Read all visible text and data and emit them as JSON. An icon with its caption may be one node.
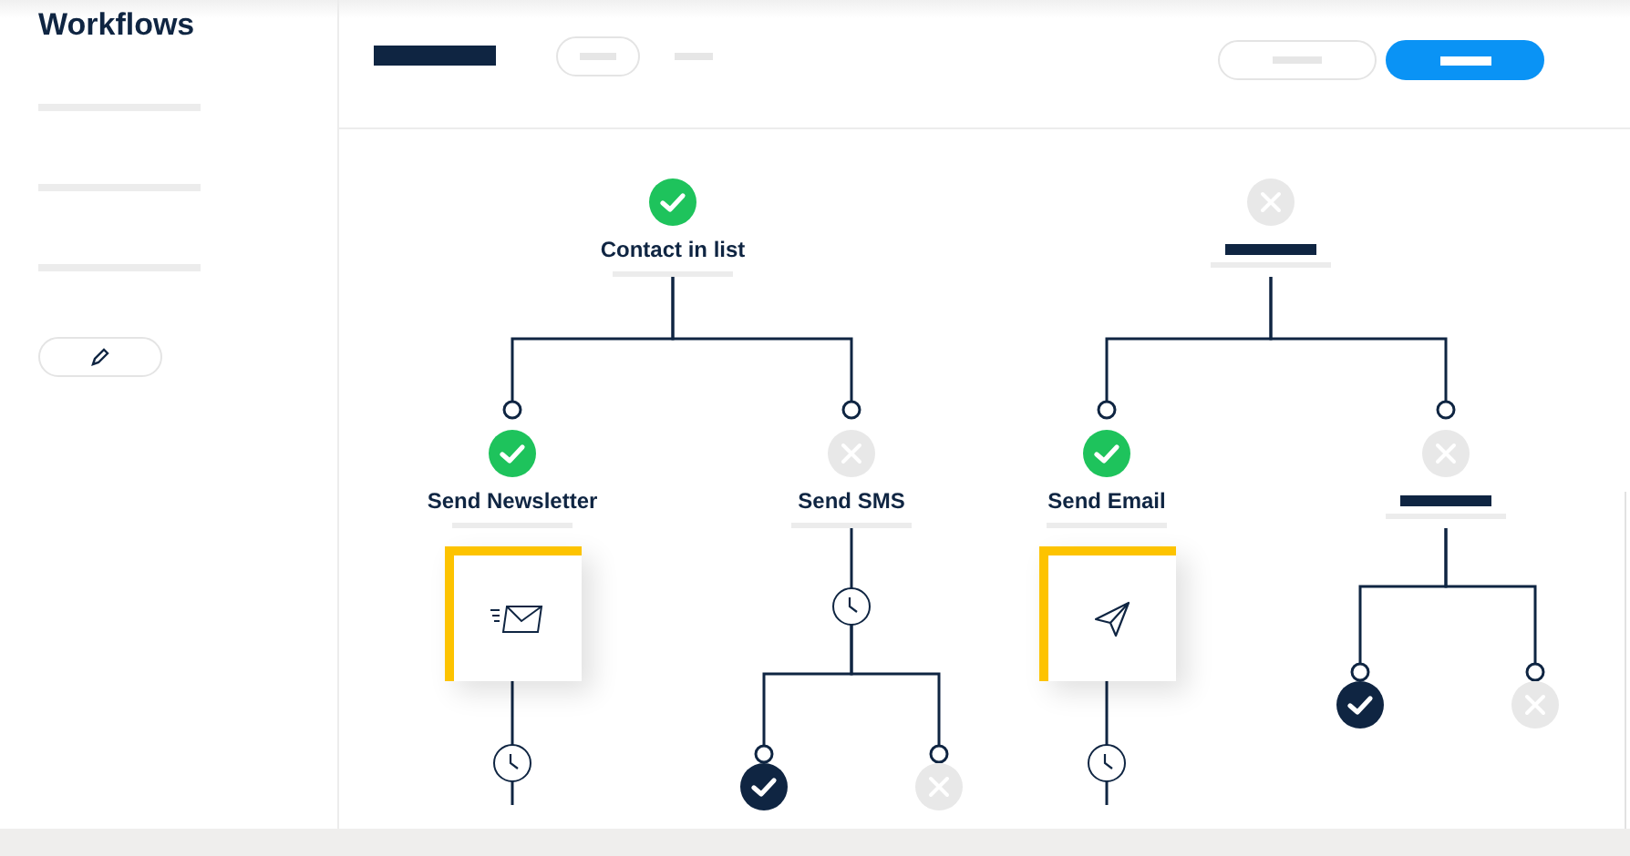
{
  "diagram": {
    "title": "Workflows",
    "nodes": [
      {
        "text": [
          "Contact in list"
        ]
      },
      {
        "text": [],
        "shape": "bar"
      },
      {
        "text": [
          "Send Newsletter"
        ]
      },
      {
        "text": [
          "Send SMS"
        ]
      },
      {
        "text": [
          "Send Email"
        ]
      },
      {
        "text": [],
        "shape": "bar"
      },
      {
        "text": [],
        "shape": "box"
      },
      {
        "text": [],
        "shape": "box"
      },
      {
        "text": [],
        "shape": "circle"
      },
      {
        "text": [],
        "shape": "circle"
      },
      {
        "text": [],
        "shape": "circle"
      },
      {
        "text": [],
        "shape": "circle"
      },
      {
        "text": [],
        "shape": "circle"
      },
      {
        "text": [],
        "shape": "circle"
      },
      {
        "text": [],
        "shape": "circle"
      }
    ],
    "edges": [
      {
        "from": 0,
        "to": 2,
        "arrow": "other"
      },
      {
        "from": 0,
        "to": 3,
        "arrow": "other"
      },
      {
        "from": 1,
        "to": 4,
        "arrow": "other"
      },
      {
        "from": 1,
        "to": 5,
        "arrow": "other"
      },
      {
        "from": 3,
        "to": 8,
        "arrow": "none"
      },
      {
        "from": 6,
        "to": 11,
        "arrow": "none"
      },
      {
        "from": 11,
        "to": null,
        "arrow": "none"
      },
      {
        "from": 8,
        "to": 13,
        "arrow": "other"
      },
      {
        "from": 8,
        "to": 14,
        "arrow": "other"
      },
      {
        "from": 7,
        "to": 12,
        "arrow": "none"
      },
      {
        "from": 12,
        "to": null,
        "arrow": "none"
      },
      {
        "from": 5,
        "to": 9,
        "arrow": "other"
      },
      {
        "from": 5,
        "to": 10,
        "arrow": "other"
      }
    ]
  }
}
